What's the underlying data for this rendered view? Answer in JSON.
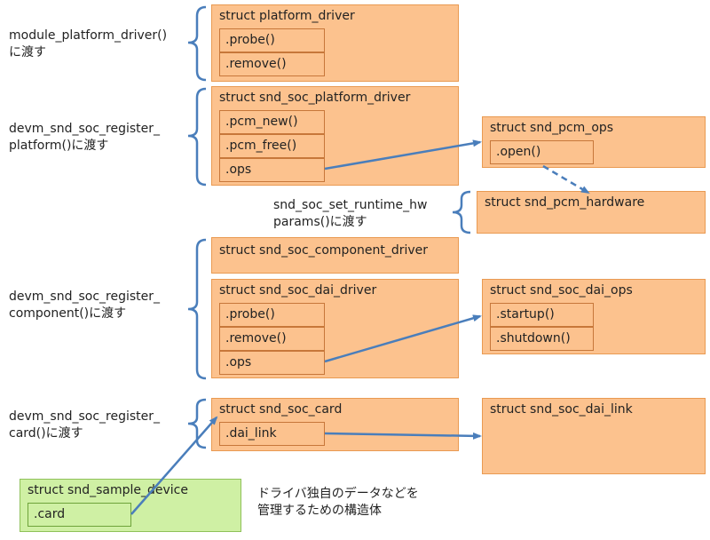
{
  "groups": {
    "platform_driver": "module_platform_driver()\nに渡す",
    "register_platform": "devm_snd_soc_register_\nplatform()に渡す",
    "runtime_hw": "snd_soc_set_runtime_hw\nparams()に渡す",
    "register_component": "devm_snd_soc_register_\ncomponent()に渡す",
    "register_card": "devm_snd_soc_register_\ncard()に渡す"
  },
  "boxes": {
    "platform_driver": {
      "title": "struct platform_driver",
      "fields": [
        ".probe()",
        ".remove()"
      ]
    },
    "soc_platform_driver": {
      "title": "struct snd_soc_platform_driver",
      "fields": [
        ".pcm_new()",
        ".pcm_free()",
        ".ops"
      ]
    },
    "pcm_ops": {
      "title": "struct snd_pcm_ops",
      "fields": [
        ".open()"
      ]
    },
    "pcm_hardware": {
      "title": "struct snd_pcm_hardware"
    },
    "component_driver": {
      "title": "struct snd_soc_component_driver"
    },
    "dai_driver": {
      "title": "struct snd_soc_dai_driver",
      "fields": [
        ".probe()",
        ".remove()",
        ".ops"
      ]
    },
    "dai_ops": {
      "title": "struct snd_soc_dai_ops",
      "fields": [
        ".startup()",
        ".shutdown()"
      ]
    },
    "soc_card": {
      "title": "struct snd_soc_card",
      "fields": [
        ".dai_link"
      ]
    },
    "dai_link": {
      "title": "struct snd_soc_dai_link"
    },
    "sample_device": {
      "title": "struct snd_sample_device",
      "fields": [
        ".card"
      ]
    }
  },
  "note": "ドライバ独自のデータなどを\n管理するための構造体",
  "colors": {
    "box_fill": "#fcc28e",
    "box_border": "#e99a52",
    "green_fill": "#cff0a4",
    "arrow": "#4a7ebb",
    "bracket": "#4a7ebb"
  }
}
